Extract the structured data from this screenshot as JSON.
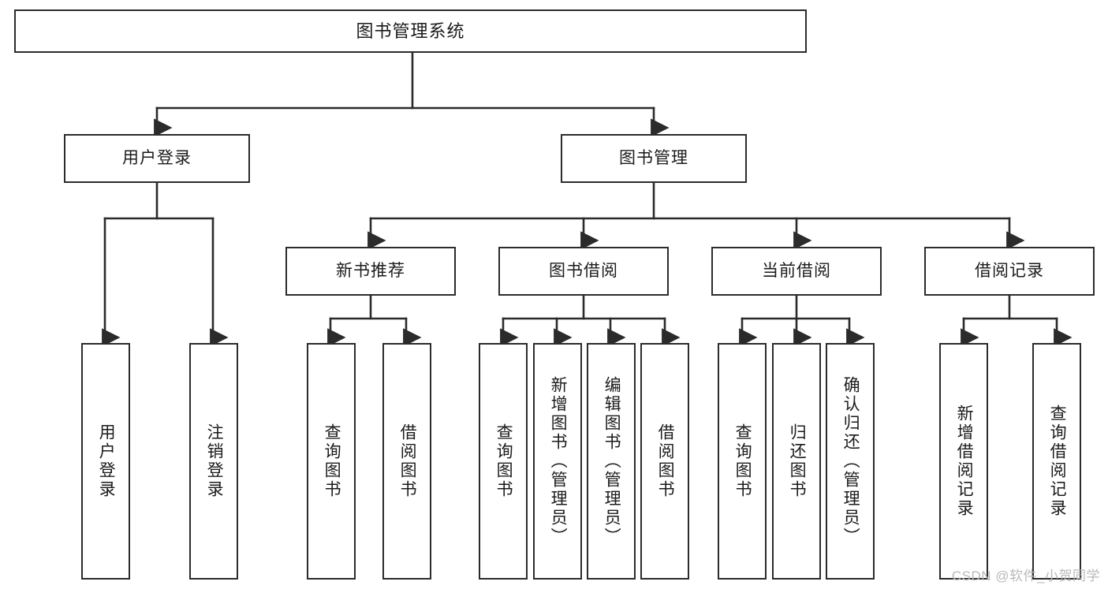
{
  "diagram": {
    "type": "tree-hierarchy",
    "title": "图书管理系统",
    "root": {
      "id": "root",
      "label": "图书管理系统"
    },
    "level2": [
      {
        "id": "user-login",
        "label": "用户登录"
      },
      {
        "id": "book-manage",
        "label": "图书管理"
      }
    ],
    "level3": [
      {
        "id": "new-book-rec",
        "label": "新书推荐",
        "parent": "book-manage"
      },
      {
        "id": "book-borrow",
        "label": "图书借阅",
        "parent": "book-manage"
      },
      {
        "id": "current-borrow",
        "label": "当前借阅",
        "parent": "book-manage"
      },
      {
        "id": "borrow-record",
        "label": "借阅记录",
        "parent": "book-manage"
      }
    ],
    "leaves": [
      {
        "id": "leaf-user-login",
        "label": "用户登录",
        "parent": "user-login"
      },
      {
        "id": "leaf-logout",
        "label": "注销登录",
        "parent": "user-login"
      },
      {
        "id": "leaf-query-book-1",
        "label": "查询图书",
        "parent": "new-book-rec"
      },
      {
        "id": "leaf-borrow-book-1",
        "label": "借阅图书",
        "parent": "new-book-rec"
      },
      {
        "id": "leaf-query-book-2",
        "label": "查询图书",
        "parent": "book-borrow"
      },
      {
        "id": "leaf-add-book",
        "label": "新增图书（管理员）",
        "parent": "book-borrow"
      },
      {
        "id": "leaf-edit-book",
        "label": "编辑图书（管理员）",
        "parent": "book-borrow"
      },
      {
        "id": "leaf-borrow-book-2",
        "label": "借阅图书",
        "parent": "book-borrow"
      },
      {
        "id": "leaf-query-book-3",
        "label": "查询图书",
        "parent": "current-borrow"
      },
      {
        "id": "leaf-return-book",
        "label": "归还图书",
        "parent": "current-borrow"
      },
      {
        "id": "leaf-confirm-return",
        "label": "确认归还（管理员）",
        "parent": "current-borrow"
      },
      {
        "id": "leaf-add-record",
        "label": "新增借阅记录",
        "parent": "borrow-record"
      },
      {
        "id": "leaf-query-record",
        "label": "查询借阅记录",
        "parent": "borrow-record"
      }
    ],
    "colors": {
      "stroke": "#2b2b2b",
      "fill": "#ffffff",
      "text": "#1b1b1b",
      "watermark": "#b9b9b9"
    }
  },
  "watermark": {
    "text": "CSDN @软件_小贺同学"
  }
}
